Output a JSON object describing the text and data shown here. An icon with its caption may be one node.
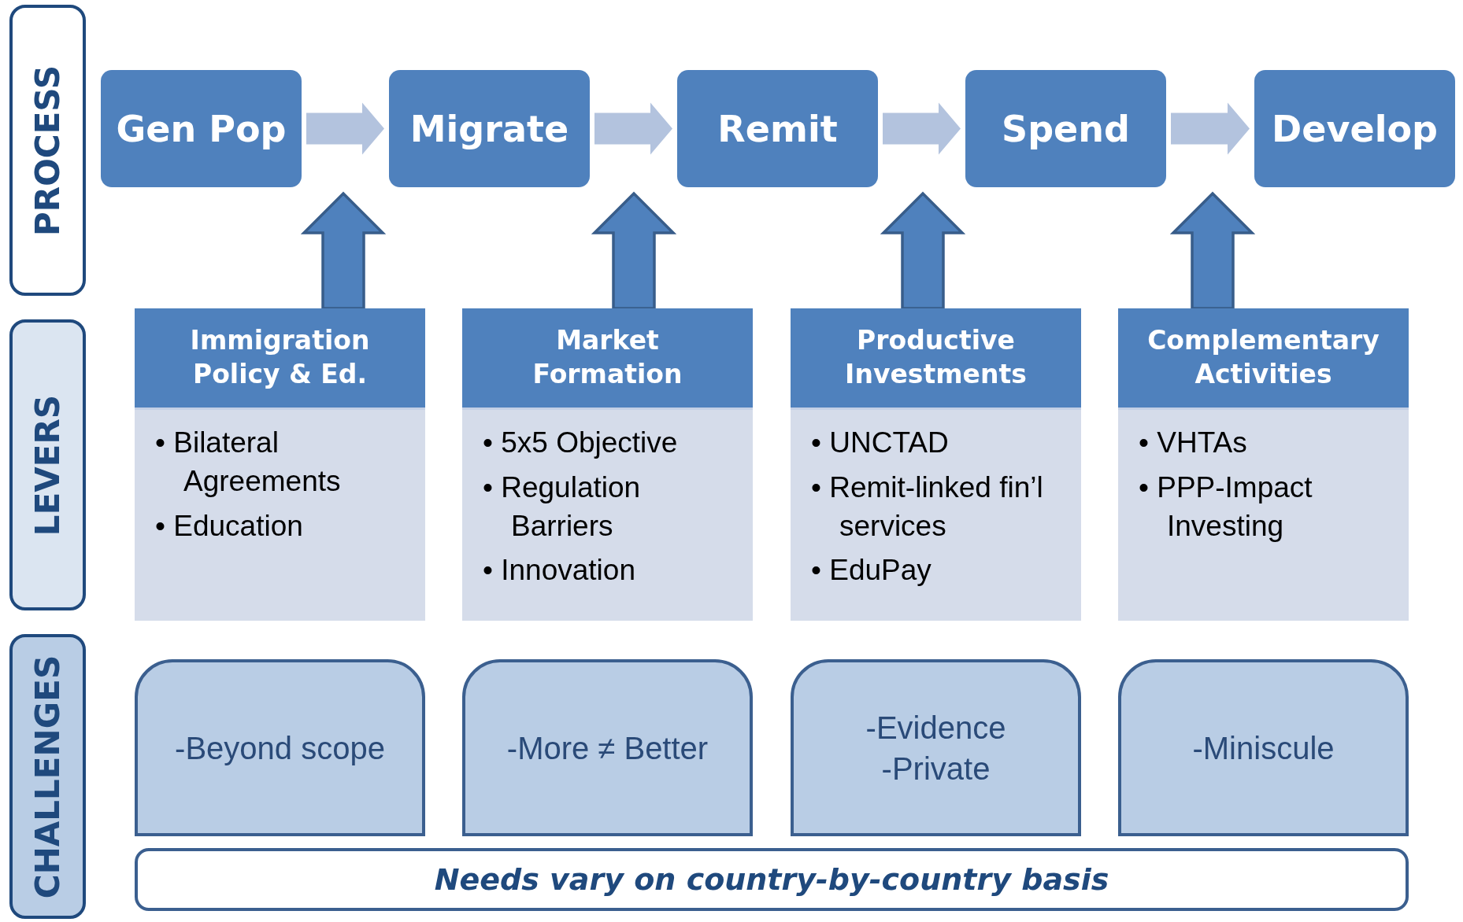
{
  "diagram": {
    "nodes": [
      {
        "text": [
          "PROCESS"
        ]
      },
      {
        "text": [
          "LEVERS"
        ]
      },
      {
        "text": [
          "CHALLENGES"
        ]
      },
      {
        "text": [
          "Gen Pop"
        ]
      },
      {
        "text": [
          "Migrate"
        ]
      },
      {
        "text": [
          "Remit"
        ]
      },
      {
        "text": [
          "Spend"
        ]
      },
      {
        "text": [
          "Develop"
        ]
      },
      {
        "text": [
          "Immigration Policy & Ed.",
          "• Bilateral Agreements",
          "• Education"
        ]
      },
      {
        "text": [
          "Market Formation",
          "• 5x5 Objective",
          "• Regulation Barriers",
          "• Innovation"
        ]
      },
      {
        "text": [
          "Productive Investments",
          "• UNCTAD",
          "• Remit-linked fin’l services",
          "• EduPay"
        ]
      },
      {
        "text": [
          "Complementary Activities",
          "• VHTAs",
          "• PPP-Impact Investing"
        ]
      },
      {
        "text": [
          "-Beyond scope"
        ]
      },
      {
        "text": [
          "-More ≠ Better"
        ]
      },
      {
        "text": [
          "-Evidence",
          "-Private"
        ]
      },
      {
        "text": [
          "-Miniscule"
        ]
      },
      {
        "text": [
          "Needs vary on country-by-country basis"
        ]
      }
    ],
    "edges": [
      {
        "from": 3,
        "to": 4,
        "arrow": "to",
        "color": "#b3c3de"
      },
      {
        "from": 4,
        "to": 5,
        "arrow": "to",
        "color": "#b3c3de"
      },
      {
        "from": 5,
        "to": 6,
        "arrow": "to",
        "color": "#b3c3de"
      },
      {
        "from": 6,
        "to": 7,
        "arrow": "to",
        "color": "#b3c3de"
      },
      {
        "from": 8,
        "to": null,
        "arrow": "to",
        "style": "thick"
      },
      {
        "from": 9,
        "to": null,
        "arrow": "to",
        "style": "thick"
      },
      {
        "from": 10,
        "to": null,
        "arrow": "to",
        "style": "thick"
      },
      {
        "from": 11,
        "to": null,
        "arrow": "to",
        "style": "thick"
      }
    ]
  }
}
